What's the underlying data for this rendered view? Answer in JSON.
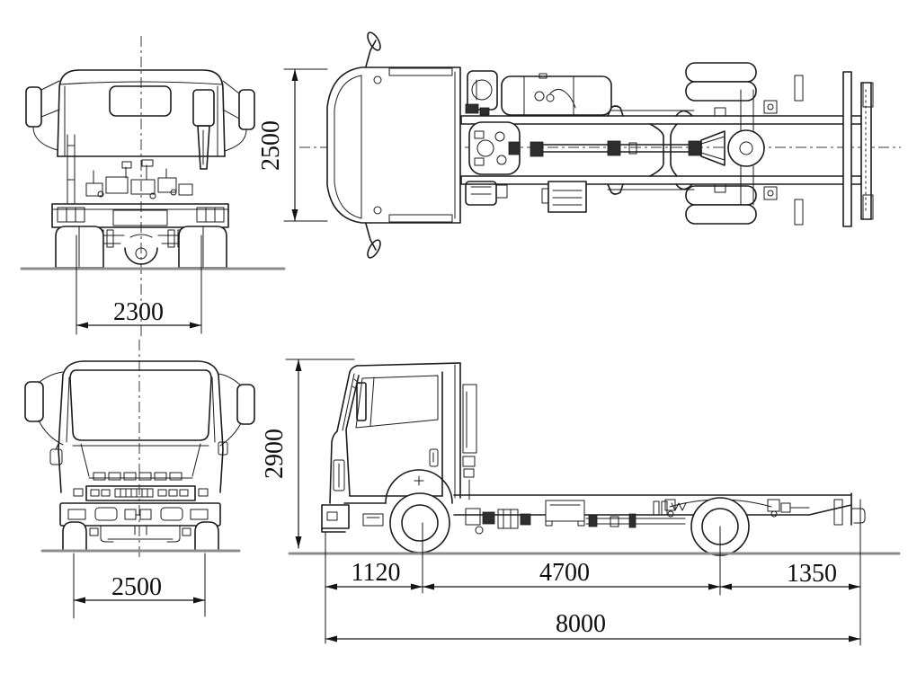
{
  "colors": {
    "line": "#1c1c1c",
    "dim": "#141414",
    "ground": "#8c8c8c",
    "background": "#ffffff",
    "dark_fill": "#2e2e2e"
  },
  "dimensions": {
    "rear_track": "2300",
    "top_overall_width": "2500",
    "front_overall_width": "2500",
    "overall_height": "2900",
    "front_overhang": "1120",
    "wheelbase": "4700",
    "rear_overhang": "1350",
    "overall_length": "8000"
  }
}
